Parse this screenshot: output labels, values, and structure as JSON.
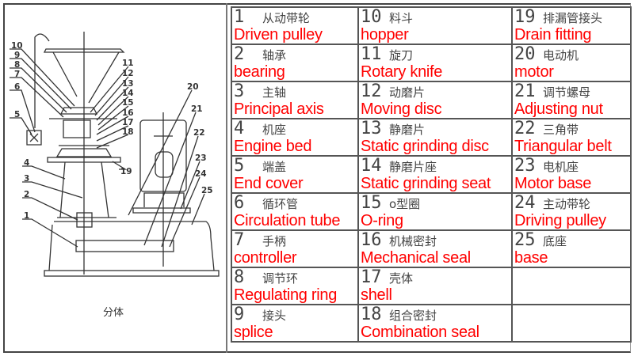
{
  "drawing": {
    "caption": "分体",
    "callouts_left": [
      "10",
      "9",
      "8",
      "7",
      "6",
      "5",
      "4",
      "3",
      "2",
      "1"
    ],
    "callouts_right": [
      "11",
      "12",
      "13",
      "14",
      "15",
      "16",
      "17",
      "18",
      "19"
    ],
    "callouts_motor": [
      "20",
      "21",
      "22",
      "23",
      "24",
      "25"
    ]
  },
  "parts_table": {
    "rows": [
      [
        {
          "num": "1",
          "name": "从动带轮"
        },
        {
          "num": "10",
          "name": "料斗"
        },
        {
          "num": "19",
          "name": "排漏管接头"
        }
      ],
      [
        {
          "num": "2",
          "name": "轴承"
        },
        {
          "num": "11",
          "name": "旋刀"
        },
        {
          "num": "20",
          "name": "电动机"
        }
      ],
      [
        {
          "num": "3",
          "name": "主轴"
        },
        {
          "num": "12",
          "name": "动磨片"
        },
        {
          "num": "21",
          "name": "调节螺母"
        }
      ],
      [
        {
          "num": "4",
          "name": "机座"
        },
        {
          "num": "13",
          "name": "静磨片"
        },
        {
          "num": "22",
          "name": "三角带"
        }
      ],
      [
        {
          "num": "5",
          "name": "端盖"
        },
        {
          "num": "14",
          "name": "静磨片座"
        },
        {
          "num": "23",
          "name": "电机座"
        }
      ],
      [
        {
          "num": "6",
          "name": "循环管"
        },
        {
          "num": "15",
          "name": "o型圈"
        },
        {
          "num": "24",
          "name": "主动带轮"
        }
      ],
      [
        {
          "num": "7",
          "name": "手柄"
        },
        {
          "num": "16",
          "name": "机械密封"
        },
        {
          "num": "25",
          "name": "底座"
        }
      ],
      [
        {
          "num": "8",
          "name": "调节环"
        },
        {
          "num": "17",
          "name": "壳体"
        },
        {
          "num": "",
          "name": ""
        }
      ],
      [
        {
          "num": "9",
          "name": "接头"
        },
        {
          "num": "18",
          "name": "组合密封"
        },
        {
          "num": "",
          "name": ""
        }
      ]
    ]
  },
  "translations": {
    "driven_pulley": "Driven pulley",
    "hopper": "hopper",
    "drain_fitting": "Drain fitting",
    "bearing": "bearing",
    "rotary_knife": "Rotary knife",
    "motor": "motor",
    "principal_axis": "Principal axis",
    "moving_disc": "Moving disc",
    "adjusting_nut": "Adjusting nut",
    "engine_bed": "Engine bed",
    "static_grinding_disc": "Static grinding disc",
    "triangular_belt": "Triangular belt",
    "end_cover": "End cover",
    "static_grinding_seat": "Static grinding seat",
    "motor_base": "Motor base",
    "circulation_tube": "Circulation tube",
    "o_ring": "O-ring",
    "driving_pulley": "Driving pulley",
    "controller": "controller",
    "mechanical_seal": "Mechanical seal",
    "base": "base",
    "regulating_ring": "Regulating ring",
    "shell": "shell",
    "splice": "splice",
    "combination_seal": "Combination seal"
  },
  "colors": {
    "overlay_text": "#ff0000",
    "line": "#333333"
  }
}
